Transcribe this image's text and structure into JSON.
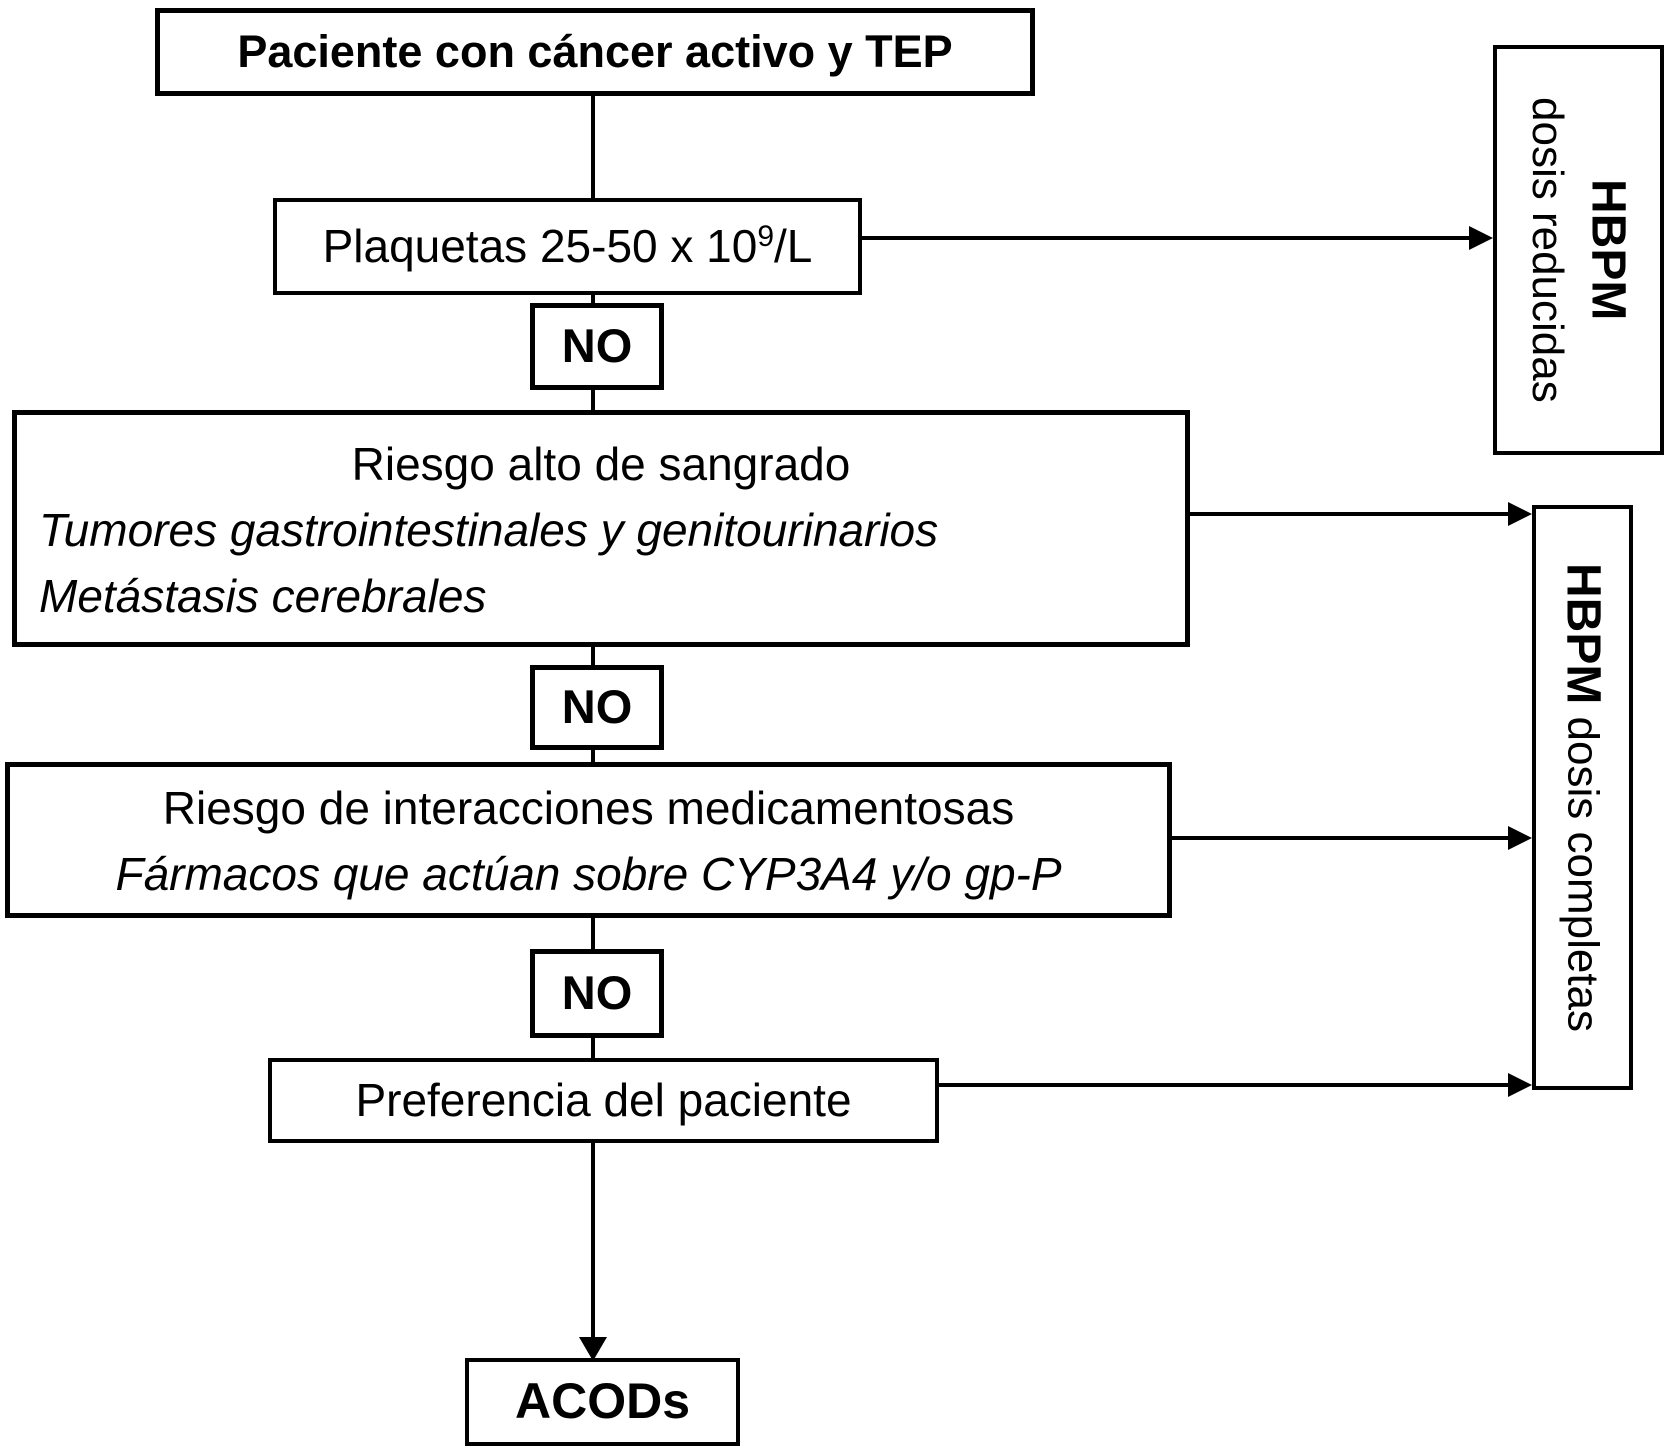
{
  "figure": {
    "background_color": "#ffffff",
    "line_color": "#000000"
  },
  "nodes": {
    "start": "Paciente con cáncer activo y TEP",
    "platelets": {
      "prefix": "Plaquetas 25-50 x 10",
      "sup": "9",
      "suffix": "/L"
    },
    "no1": "NO",
    "no2": "NO",
    "no3": "NO",
    "bleeding": {
      "line1": "Riesgo alto de sangrado",
      "line2": "Tumores gastrointestinales y genitourinarios",
      "line3": "Metástasis cerebrales"
    },
    "interactions": {
      "line1": "Riesgo de interacciones medicamentosas",
      "line2": "Fármacos que actúan sobre CYP3A4 y/o gp-P"
    },
    "preference": "Preferencia del paciente",
    "acods": "ACODs",
    "hbpm_reduced": {
      "heading": "HBPM",
      "detail": "dosis reducidas"
    },
    "hbpm_full": {
      "heading": "HBPM",
      "detail": " dosis completas"
    }
  }
}
